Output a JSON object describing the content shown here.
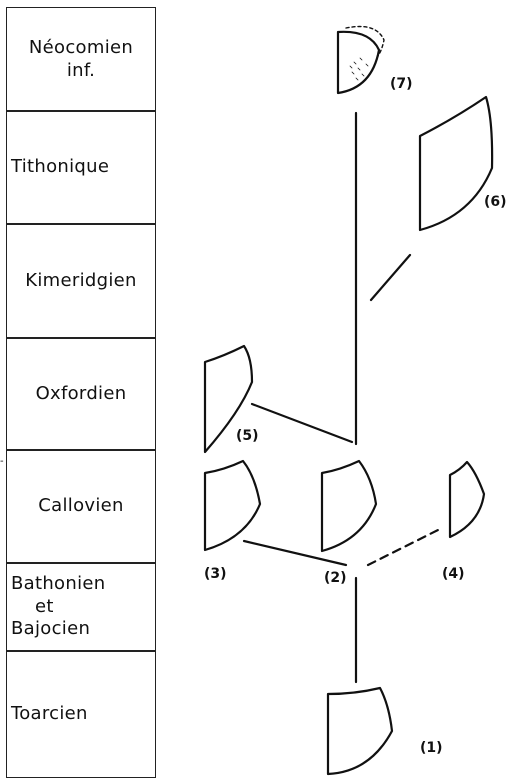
{
  "stages": [
    {
      "lines": [
        "Néocomien",
        "inf."
      ]
    },
    {
      "lines": [
        "Tithonique"
      ]
    },
    {
      "lines": [
        "Kimeridgien"
      ]
    },
    {
      "lines": [
        "Oxfordien"
      ]
    },
    {
      "lines": [
        "Callovien"
      ]
    },
    {
      "lines": [
        "Bathonien",
        "et",
        "Bajocien"
      ]
    },
    {
      "lines": [
        "Toarcien"
      ]
    }
  ],
  "specimens": [
    {
      "label": "(1)"
    },
    {
      "label": "(2)"
    },
    {
      "label": "(3)"
    },
    {
      "label": "(4)"
    },
    {
      "label": "(5)"
    },
    {
      "label": "(6)"
    },
    {
      "label": "(7)"
    }
  ]
}
